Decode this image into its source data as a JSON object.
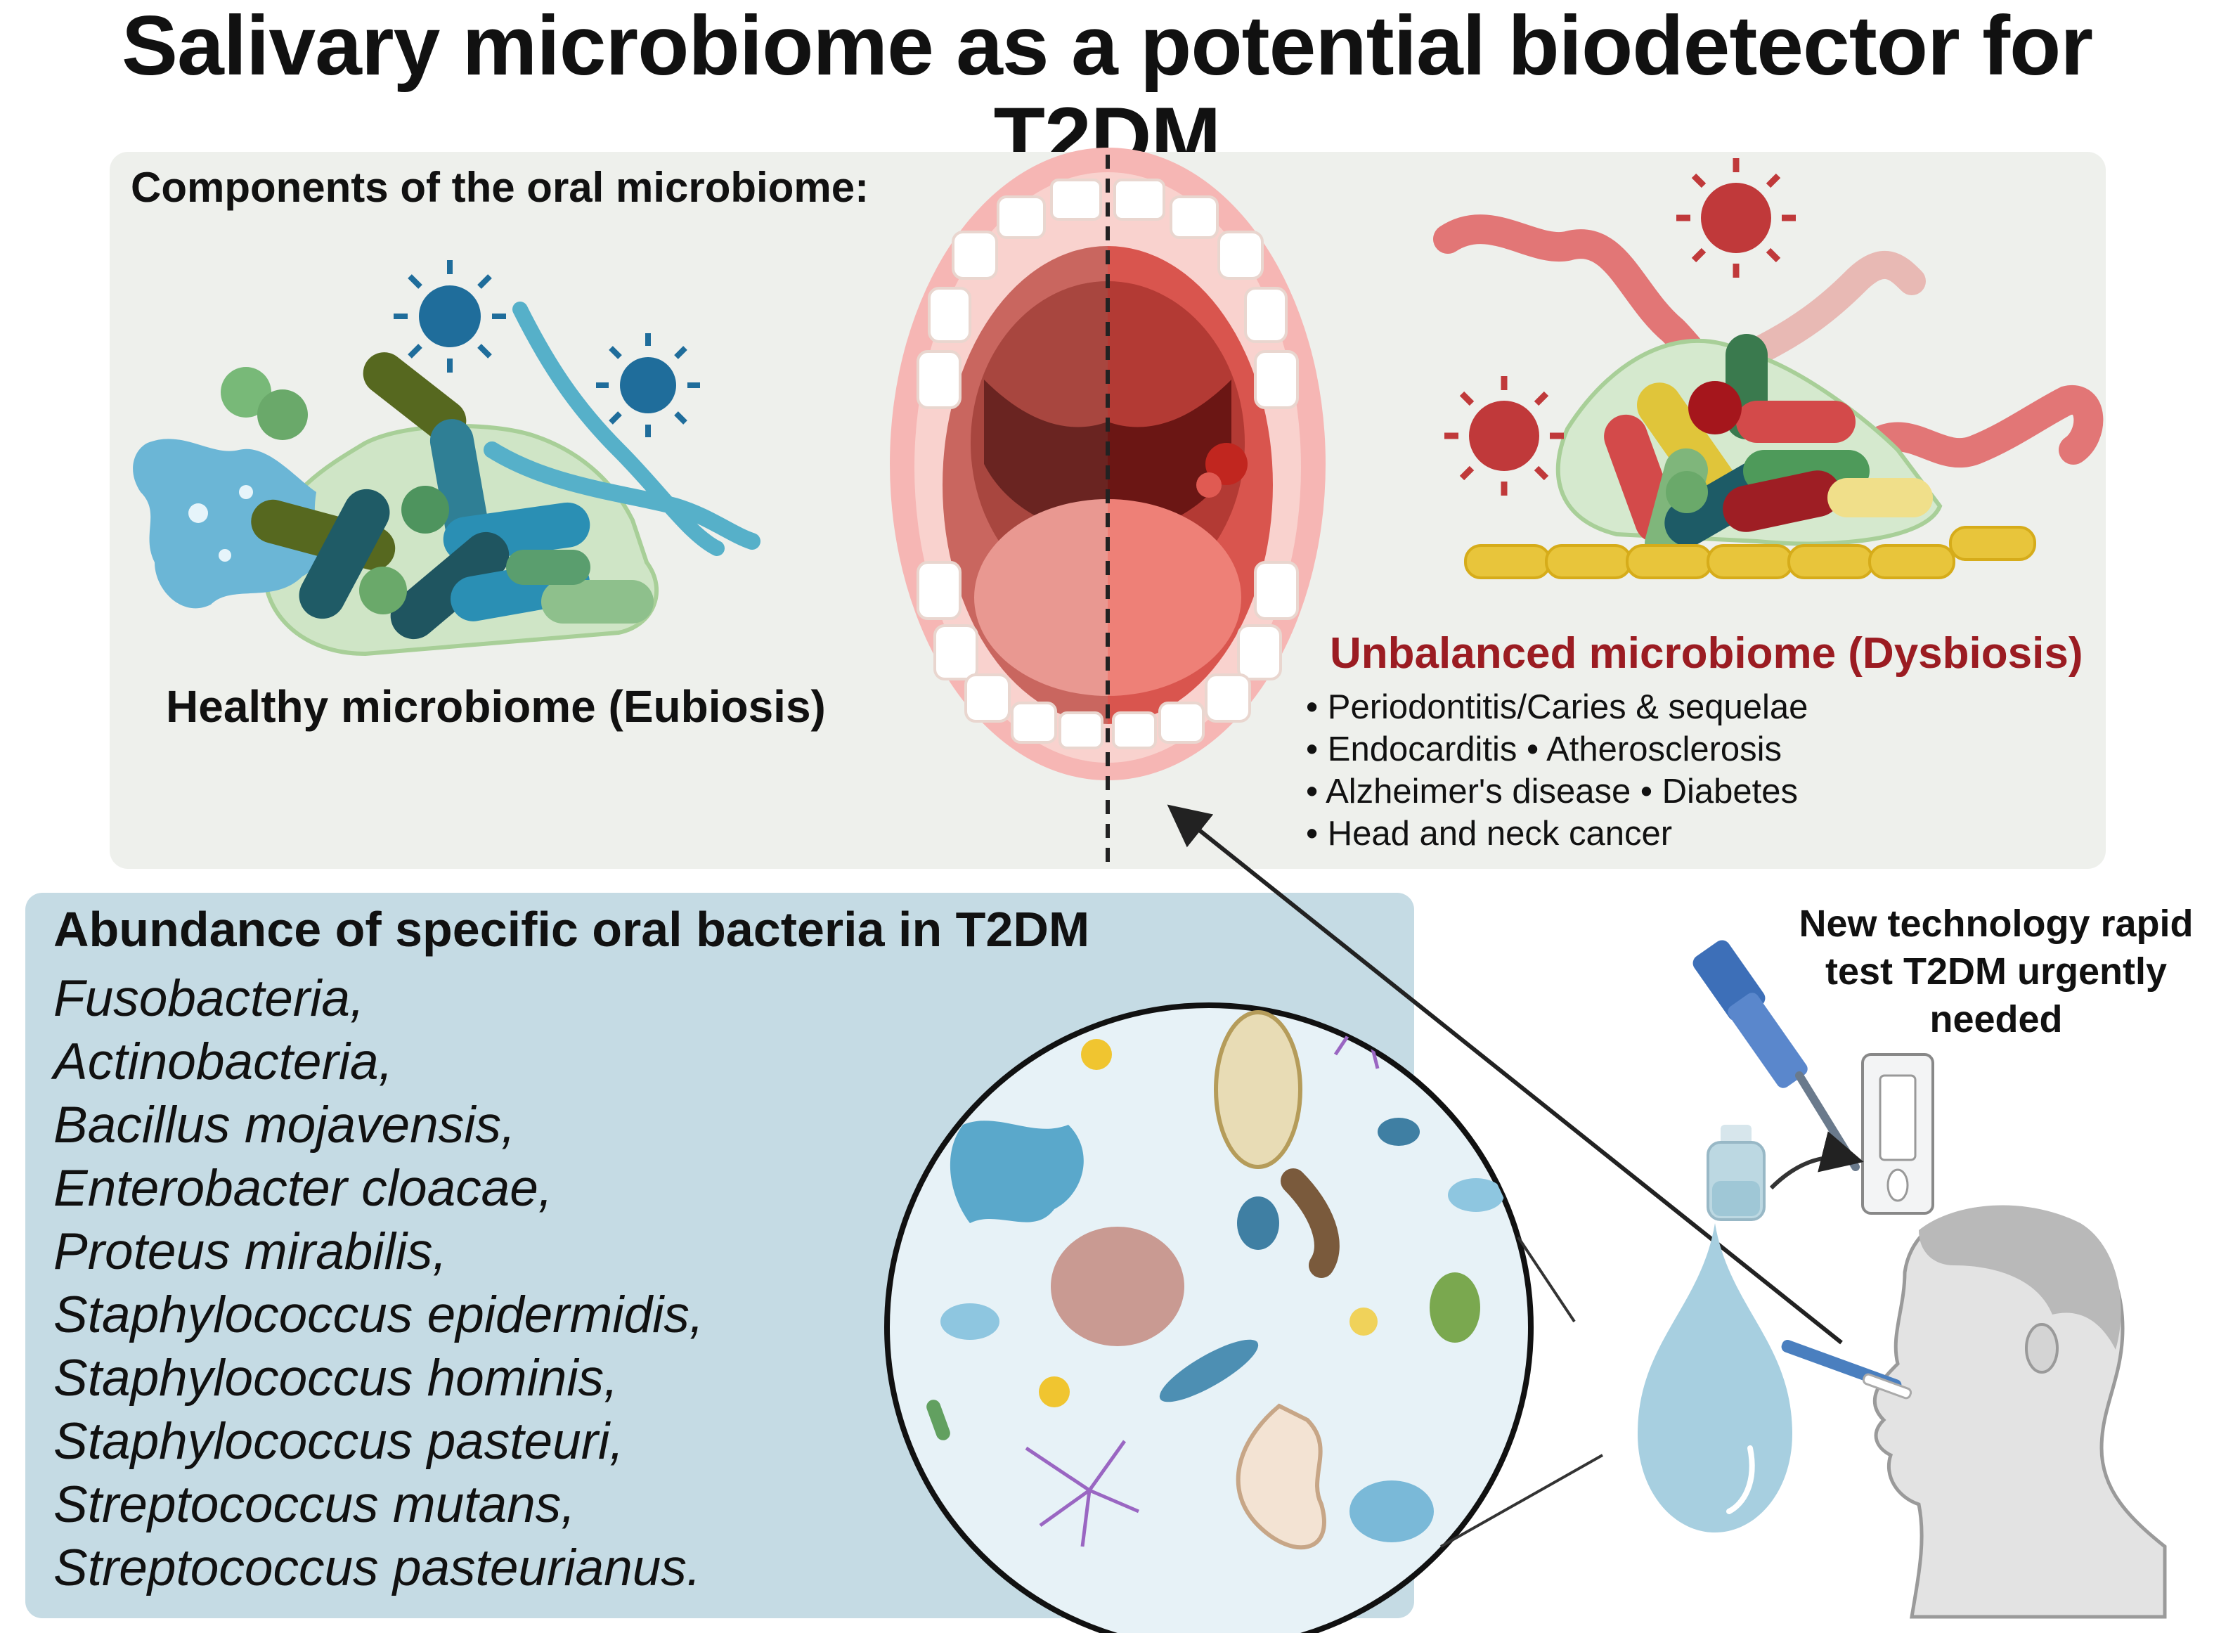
{
  "title": "Salivary microbiome as a potential biodetector for T2DM",
  "top_panel": {
    "components_title": "Components of the oral microbiome:",
    "healthy_label": "Healthy microbiome (Eubiosis)",
    "dysbiosis": {
      "title": "Unbalanced microbiome (Dysbiosis)",
      "conditions": [
        "• Periodontitis/Caries & sequelae",
        "• Endocarditis • Atherosclerosis",
        "• Alzheimer's disease • Diabetes",
        "• Head and neck cancer"
      ]
    }
  },
  "rapid_test": {
    "lines": [
      "New technology rapid",
      "test T2DM urgently",
      "needed"
    ]
  },
  "bacteria_panel": {
    "title": "Abundance of specific oral bacteria in T2DM",
    "species": [
      "Fusobacteria,",
      "Actinobacteria,",
      "Bacillus mojavensis,",
      "Enterobacter cloacae,",
      "Proteus mirabilis,",
      "Staphylococcus epidermidis,",
      "Staphylococcus hominis,",
      "Staphylococcus pasteuri,",
      "Streptococcus mutans,",
      "Streptococcus pasteurianus."
    ]
  },
  "colors": {
    "dysbiosis_red": "#9b1c22",
    "panel_grey": "#eef0ec",
    "panel_blue": "#c5dbe4"
  },
  "icons": [
    "virus-icon",
    "bacteria-cluster-icon",
    "mouth-illustration",
    "micro-organisms-circle",
    "pipette-icon",
    "rapid-test-cassette-icon",
    "water-bottle-icon",
    "saliva-drop-icon",
    "person-profile-icon"
  ]
}
